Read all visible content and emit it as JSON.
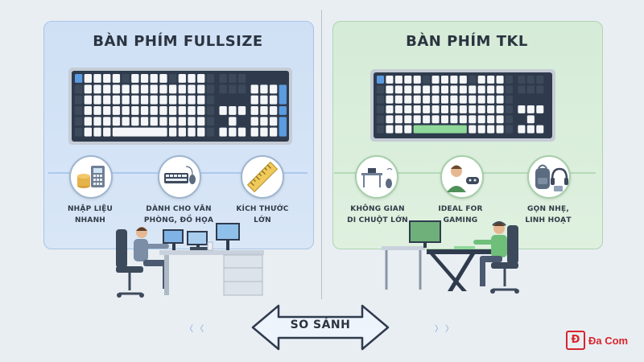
{
  "left": {
    "title": "BÀN PHÍM FULLSIZE",
    "features": [
      {
        "line1": "NHẬP LIỆU",
        "line2": "NHANH",
        "icon": "calculator-coins-icon"
      },
      {
        "line1": "DÀNH CHO VĂN",
        "line2": "PHÒNG, ĐỒ HỌA",
        "icon": "keyboard-mouse-icon"
      },
      {
        "line1": "KÍCH THƯỚC",
        "line2": "LỚN",
        "icon": "ruler-icon"
      }
    ]
  },
  "right": {
    "title": "BÀN PHÍM TKL",
    "features": [
      {
        "line1": "KHÔNG GIAN",
        "line2": "DI CHUỘT LỚN",
        "icon": "desk-mouse-icon"
      },
      {
        "line1": "IDEAL FOR",
        "line2": "GAMING",
        "icon": "gamer-controller-icon"
      },
      {
        "line1": "GỌN NHẸ,",
        "line2": "LINH HOẠT",
        "icon": "backpack-headphones-icon"
      }
    ]
  },
  "center": {
    "compare_label": "SO SÁNH"
  },
  "brand": {
    "mark": "Đ",
    "name": "Đa Com"
  },
  "colors": {
    "left_panel": "#cfe0f5",
    "right_panel": "#d5ecd8",
    "key_dark": "#3d4a5c",
    "key_light": "#f4f6f8",
    "accent_blue": "#5b9be0",
    "accent_green": "#8fd89a",
    "brand_red": "#d6262c"
  }
}
